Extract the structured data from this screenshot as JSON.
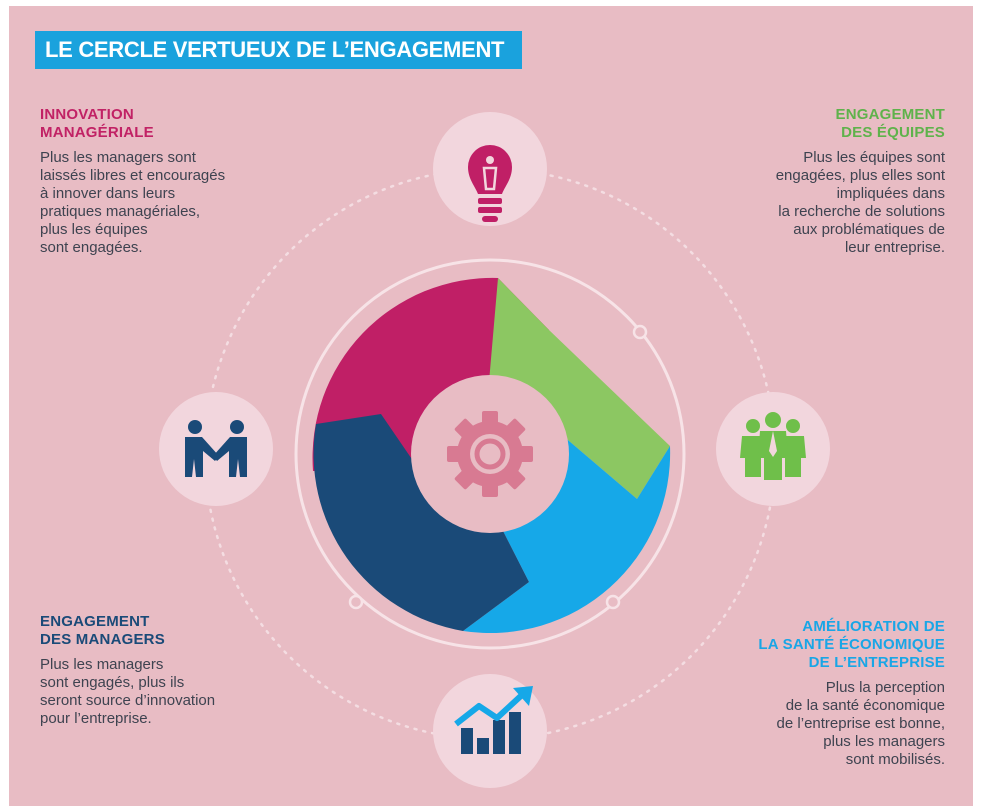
{
  "title": "LE CERCLE VERTUEUX DE L’ENGAGEMENT",
  "blocks": {
    "innovation": {
      "heading": [
        "INNOVATION",
        "MANAGÉRIALE"
      ],
      "lines": [
        "Plus les managers sont",
        "laissés libres et encouragés",
        "à innover dans leurs",
        "pratiques managériales,",
        "plus les équipes",
        "sont engagées."
      ]
    },
    "equipes": {
      "heading": [
        "ENGAGEMENT",
        "DES ÉQUIPES"
      ],
      "lines": [
        "Plus les équipes sont",
        "engagées, plus elles sont",
        "impliquées dans",
        "la recherche de solutions",
        "aux problématiques de",
        "leur entreprise."
      ]
    },
    "managers": {
      "heading": [
        "ENGAGEMENT",
        "DES MANAGERS"
      ],
      "lines": [
        "Plus les managers",
        "sont engagés, plus ils",
        "seront source d’innovation",
        "pour l’entreprise."
      ]
    },
    "sante": {
      "heading": [
        "AMÉLIORATION DE",
        "LA SANTÉ ÉCONOMIQUE",
        "DE L’ENTREPRISE"
      ],
      "lines": [
        "Plus la perception",
        "de la santé économique",
        "de l’entreprise est bonne,",
        "plus les managers",
        "sont mobilisés."
      ]
    }
  },
  "icons": [
    "lightbulb-icon",
    "team-icon",
    "growth-chart-icon",
    "handshake-icon",
    "gear-icon"
  ],
  "colors": {
    "background": "#e8bcc4",
    "title_bar": "#1aa2dd",
    "magenta": "#c12265",
    "green": "#8cc762",
    "navy": "#1a4a78",
    "blue": "#16a8e8",
    "gear": "#d87a92"
  }
}
